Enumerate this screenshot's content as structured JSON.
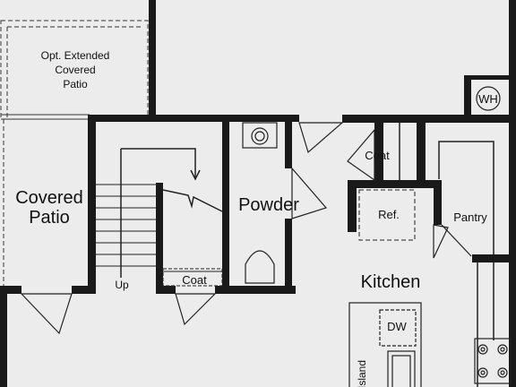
{
  "rooms": {
    "opt_extended_patio": [
      "Opt. Extended",
      "Covered",
      "Patio"
    ],
    "covered_patio": [
      "Covered",
      "Patio"
    ],
    "powder": "Powder",
    "kitchen": "Kitchen",
    "pantry": "Pantry"
  },
  "fixtures": {
    "water_heater": "WH",
    "coat_upper": "Coat",
    "coat_lower": "Coat",
    "refrigerator": "Ref.",
    "dishwasher": "DW",
    "island": "Island",
    "stair_up": "Up"
  },
  "colors": {
    "wall": "#1a1a1a",
    "floor": "#ececec",
    "line": "#222222"
  }
}
